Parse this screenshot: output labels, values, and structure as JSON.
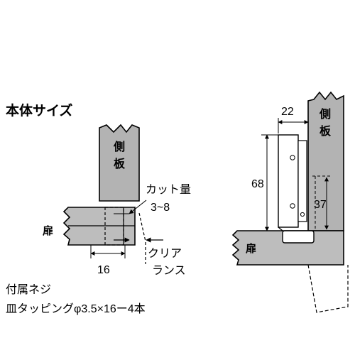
{
  "section_title": "本体サイズ",
  "labels": {
    "side_panel_left": "側板",
    "side_panel_right": "側板",
    "door_left": "扉",
    "door_right": "扉",
    "cut_amount": "カット量",
    "cut_range": "3~8",
    "clearance_line1": "クリア",
    "clearance_line2": "ランス",
    "dim_16": "16",
    "dim_22": "22",
    "dim_68": "68",
    "dim_37": "37"
  },
  "accessory": {
    "heading": "付属ネジ",
    "detail": "皿タッピングφ3.5×16ー4本"
  },
  "colors": {
    "panel_fill": "#b3b3b3",
    "door_fill": "#bdbdbd",
    "line": "#000000"
  }
}
